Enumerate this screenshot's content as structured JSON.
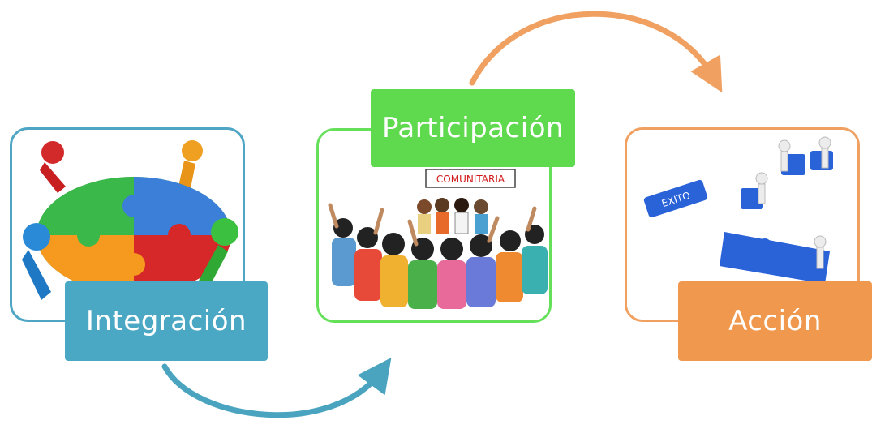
{
  "stages": [
    {
      "label": "Integración",
      "color": "#4ba8c4",
      "picture": "puzzle-table-people"
    },
    {
      "label": "Participación",
      "color": "#5fd94e",
      "picture": "community-assembly"
    },
    {
      "label": "Acción",
      "color": "#f0984d",
      "picture": "blue-puzzle-builders"
    }
  ],
  "illustration_text": {
    "banner": "COMUNITARIA",
    "puzzle_piece": "EXITO"
  },
  "arrows": [
    {
      "from": "Integración",
      "to": "Participación",
      "color": "#4aa4bf"
    },
    {
      "from": "Participación",
      "to": "Acción",
      "color": "#f0a060"
    }
  ]
}
